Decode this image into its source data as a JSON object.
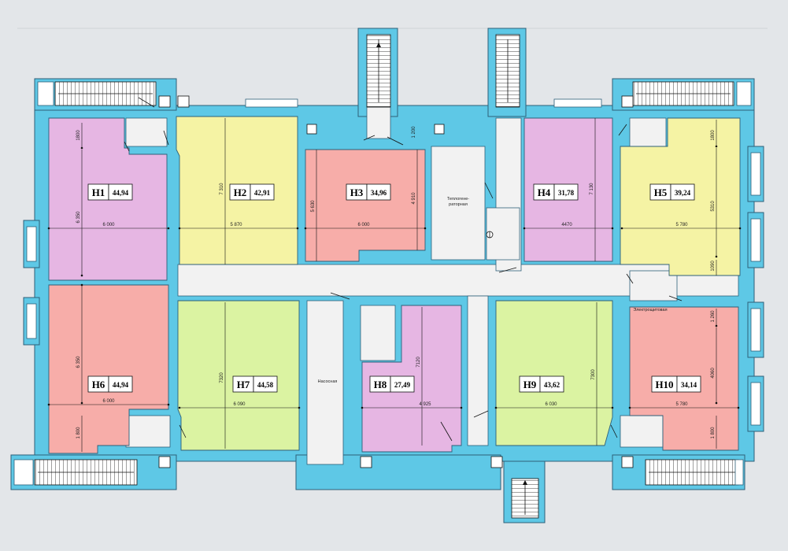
{
  "plan": {
    "colors": {
      "background": "#e3e6e9",
      "wall": "#5ec8e6",
      "wall_outline": "#2d5f78",
      "corridor": "#f2f2f2",
      "violet": "#e6b6e3",
      "yellow": "#f5f3a4",
      "salmon": "#f7ada9",
      "green": "#dbf3a2"
    },
    "rooms": [
      {
        "id": "H1",
        "area": "44,94",
        "fill": "violet"
      },
      {
        "id": "H2",
        "area": "42,91",
        "fill": "yellow"
      },
      {
        "id": "H3",
        "area": "34,96",
        "fill": "salmon"
      },
      {
        "id": "H4",
        "area": "31,78",
        "fill": "violet"
      },
      {
        "id": "H5",
        "area": "39,24",
        "fill": "yellow"
      },
      {
        "id": "H6",
        "area": "44,94",
        "fill": "salmon"
      },
      {
        "id": "H7",
        "area": "44,58",
        "fill": "green"
      },
      {
        "id": "H8",
        "area": "27,49",
        "fill": "violet"
      },
      {
        "id": "H9",
        "area": "43,62",
        "fill": "green"
      },
      {
        "id": "H10",
        "area": "34,14",
        "fill": "salmon"
      }
    ],
    "dimensions": {
      "h1_width": "6 000",
      "h1_height": "6 350",
      "h1_top": "1800",
      "h2_width": "5 870",
      "h2_height": "7 310",
      "h3_width": "6 000",
      "h3_height_left": "5 630",
      "h3_height_right": "4 910",
      "h3_top": "1 200",
      "h4_width": "4470",
      "h4_height": "7 130",
      "h5_width": "5 780",
      "h5_height": "5310",
      "h5_top": "1800",
      "h5_bottom": "1090",
      "h6_width": "6 000",
      "h6_height": "6 350",
      "h6_bottom": "1 800",
      "h7_width": "6 090",
      "h7_height": "7320",
      "h8_width": "4 925",
      "h8_height": "7120",
      "h9_width": "6 030",
      "h9_height": "7300",
      "h10_width": "5 780",
      "h10_top": "1 260",
      "h10_height": "4060",
      "h10_bottom": "1 800"
    },
    "labels": {
      "heat_room": "Теплогене-\nраторная",
      "heat_room_line1": "Теплогене-",
      "heat_room_line2": "раторная",
      "pump_room": "Насосная",
      "electrical_room": "Электрощитовая"
    }
  }
}
